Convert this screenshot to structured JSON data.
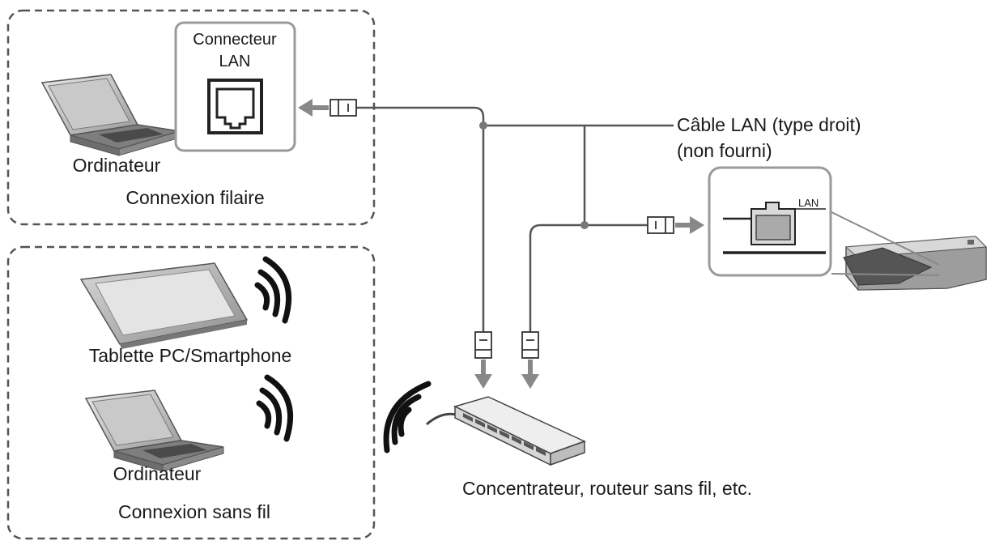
{
  "wired": {
    "connector_label_line1": "Connecteur",
    "connector_label_line2": "LAN",
    "computer_label": "Ordinateur",
    "group_label": "Connexion filaire"
  },
  "wireless": {
    "tablet_label": "Tablette PC/Smartphone",
    "computer_label": "Ordinateur",
    "group_label": "Connexion sans fil"
  },
  "cable": {
    "label_line1": "Câble LAN (type droit)",
    "label_line2": "(non fourni)"
  },
  "projector": {
    "port_label": "LAN"
  },
  "hub": {
    "label": "Concentrateur, routeur sans fil, etc."
  }
}
